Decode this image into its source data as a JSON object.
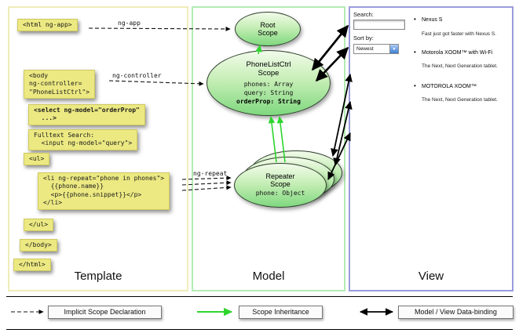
{
  "columns": [
    {
      "label": "Template"
    },
    {
      "label": "Model"
    },
    {
      "label": "View"
    }
  ],
  "template": {
    "html_open": "<html ng-app>",
    "body_open": [
      "<body",
      "ng-controller=",
      "\"PhoneListCtrl\">"
    ],
    "select_block": [
      "<select ng-model=\"orderProp\"",
      "  ...>"
    ],
    "fulltext_block": [
      "Fulltext Search:",
      "  <input ng-model=\"query\">"
    ],
    "ul_open": "<ul>",
    "li_block": [
      "<li ng-repeat=\"phone in phones\">",
      "  {{phone.name}}",
      "  <p>{{phone.snippet}}</p>",
      "</li>"
    ],
    "ul_close": "</ul>",
    "body_close": "</body>",
    "html_close": "</html>"
  },
  "arrow_labels": {
    "ng_app": "ng-app",
    "ng_controller": "ng-controller",
    "ng_repeat": "ng-repeat"
  },
  "model": {
    "root_scope_title": "Root Scope",
    "phonelist_title": "PhoneListCtrl Scope",
    "phonelist_props": [
      "phones: Array",
      "query: String"
    ],
    "phonelist_prop_bold": "orderProp: String",
    "repeater_title": "Repeater Scope",
    "repeater_prop": "phone: Object"
  },
  "view": {
    "search_label": "Search:",
    "sort_label": "Sort by:",
    "sort_value": "Newest",
    "items": [
      {
        "title": "Nexus S",
        "desc": "Fast just got faster with Nexus S."
      },
      {
        "title": "Motorola XOOM™ with Wi-Fi",
        "desc": "The Next, Next Generation tablet."
      },
      {
        "title": "MOTOROLA XOOM™",
        "desc": "The Next, Next Generation tablet."
      }
    ]
  },
  "legend": [
    {
      "label": "Implicit Scope Declaration"
    },
    {
      "label": "Scope Inheritance"
    },
    {
      "label": "Model / View Data-binding"
    }
  ],
  "colors": {
    "code_box": "#ece982",
    "scope_green": "#7fd87f",
    "inheritance_green": "#2ed52e",
    "template_border": "#efecba",
    "model_border": "#b2ecb2",
    "view_border": "#9b9bdc"
  }
}
